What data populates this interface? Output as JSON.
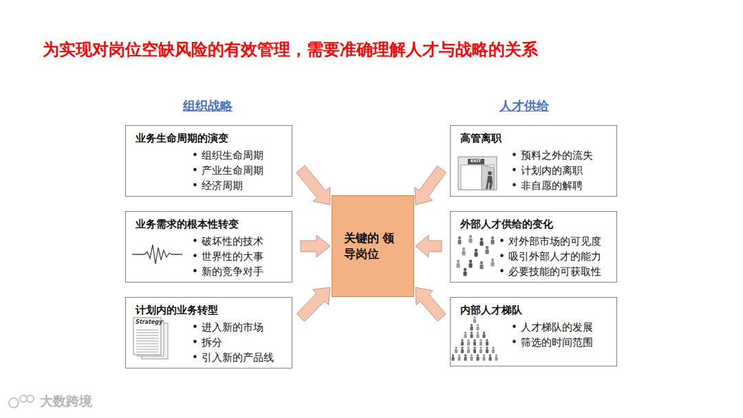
{
  "diagram": {
    "title": "为实现对岗位空缺风险的有效管理，需要准确理解人才与战略的关系",
    "nodes": [
      {
        "text": [
          "业务生命周期的演变",
          "• 组织生命周期",
          "• 产业生命周期",
          "• 经济周期"
        ]
      },
      {
        "text": [
          "业务需求的根本性转变",
          "• 破坏性的技术",
          "• 世界性的大事",
          "• 新的竞争对手"
        ]
      },
      {
        "text": [
          "计划内的业务转型",
          "• 进入新的市场",
          "• 拆分",
          "• 引入新的产品线"
        ]
      },
      {
        "text": [
          "关键的 领导岗位"
        ]
      },
      {
        "text": [
          "高管离职",
          "• 预料之外的流失",
          "• 计划内的离职",
          "• 非自愿的解聘"
        ]
      },
      {
        "text": [
          "外部人才供给的变化",
          "• 对外部市场的可见度",
          "• 吸引外部人才的能力",
          "• 必要技能的可获取性"
        ]
      },
      {
        "text": [
          "内部人才梯队",
          "• 人才梯队的发展",
          "• 筛选的时间范围"
        ]
      }
    ],
    "edges": [
      {
        "from": 0,
        "to": 3,
        "arrow": "to"
      },
      {
        "from": 1,
        "to": 3,
        "arrow": "to"
      },
      {
        "from": 2,
        "to": 3,
        "arrow": "to"
      },
      {
        "from": 4,
        "to": 3,
        "arrow": "to"
      },
      {
        "from": 5,
        "to": 3,
        "arrow": "to"
      },
      {
        "from": 6,
        "to": 3,
        "arrow": "to"
      }
    ],
    "labels": [
      "组织战略",
      "人才供给",
      "EXIT",
      "Strategy",
      "大数跨境"
    ]
  }
}
